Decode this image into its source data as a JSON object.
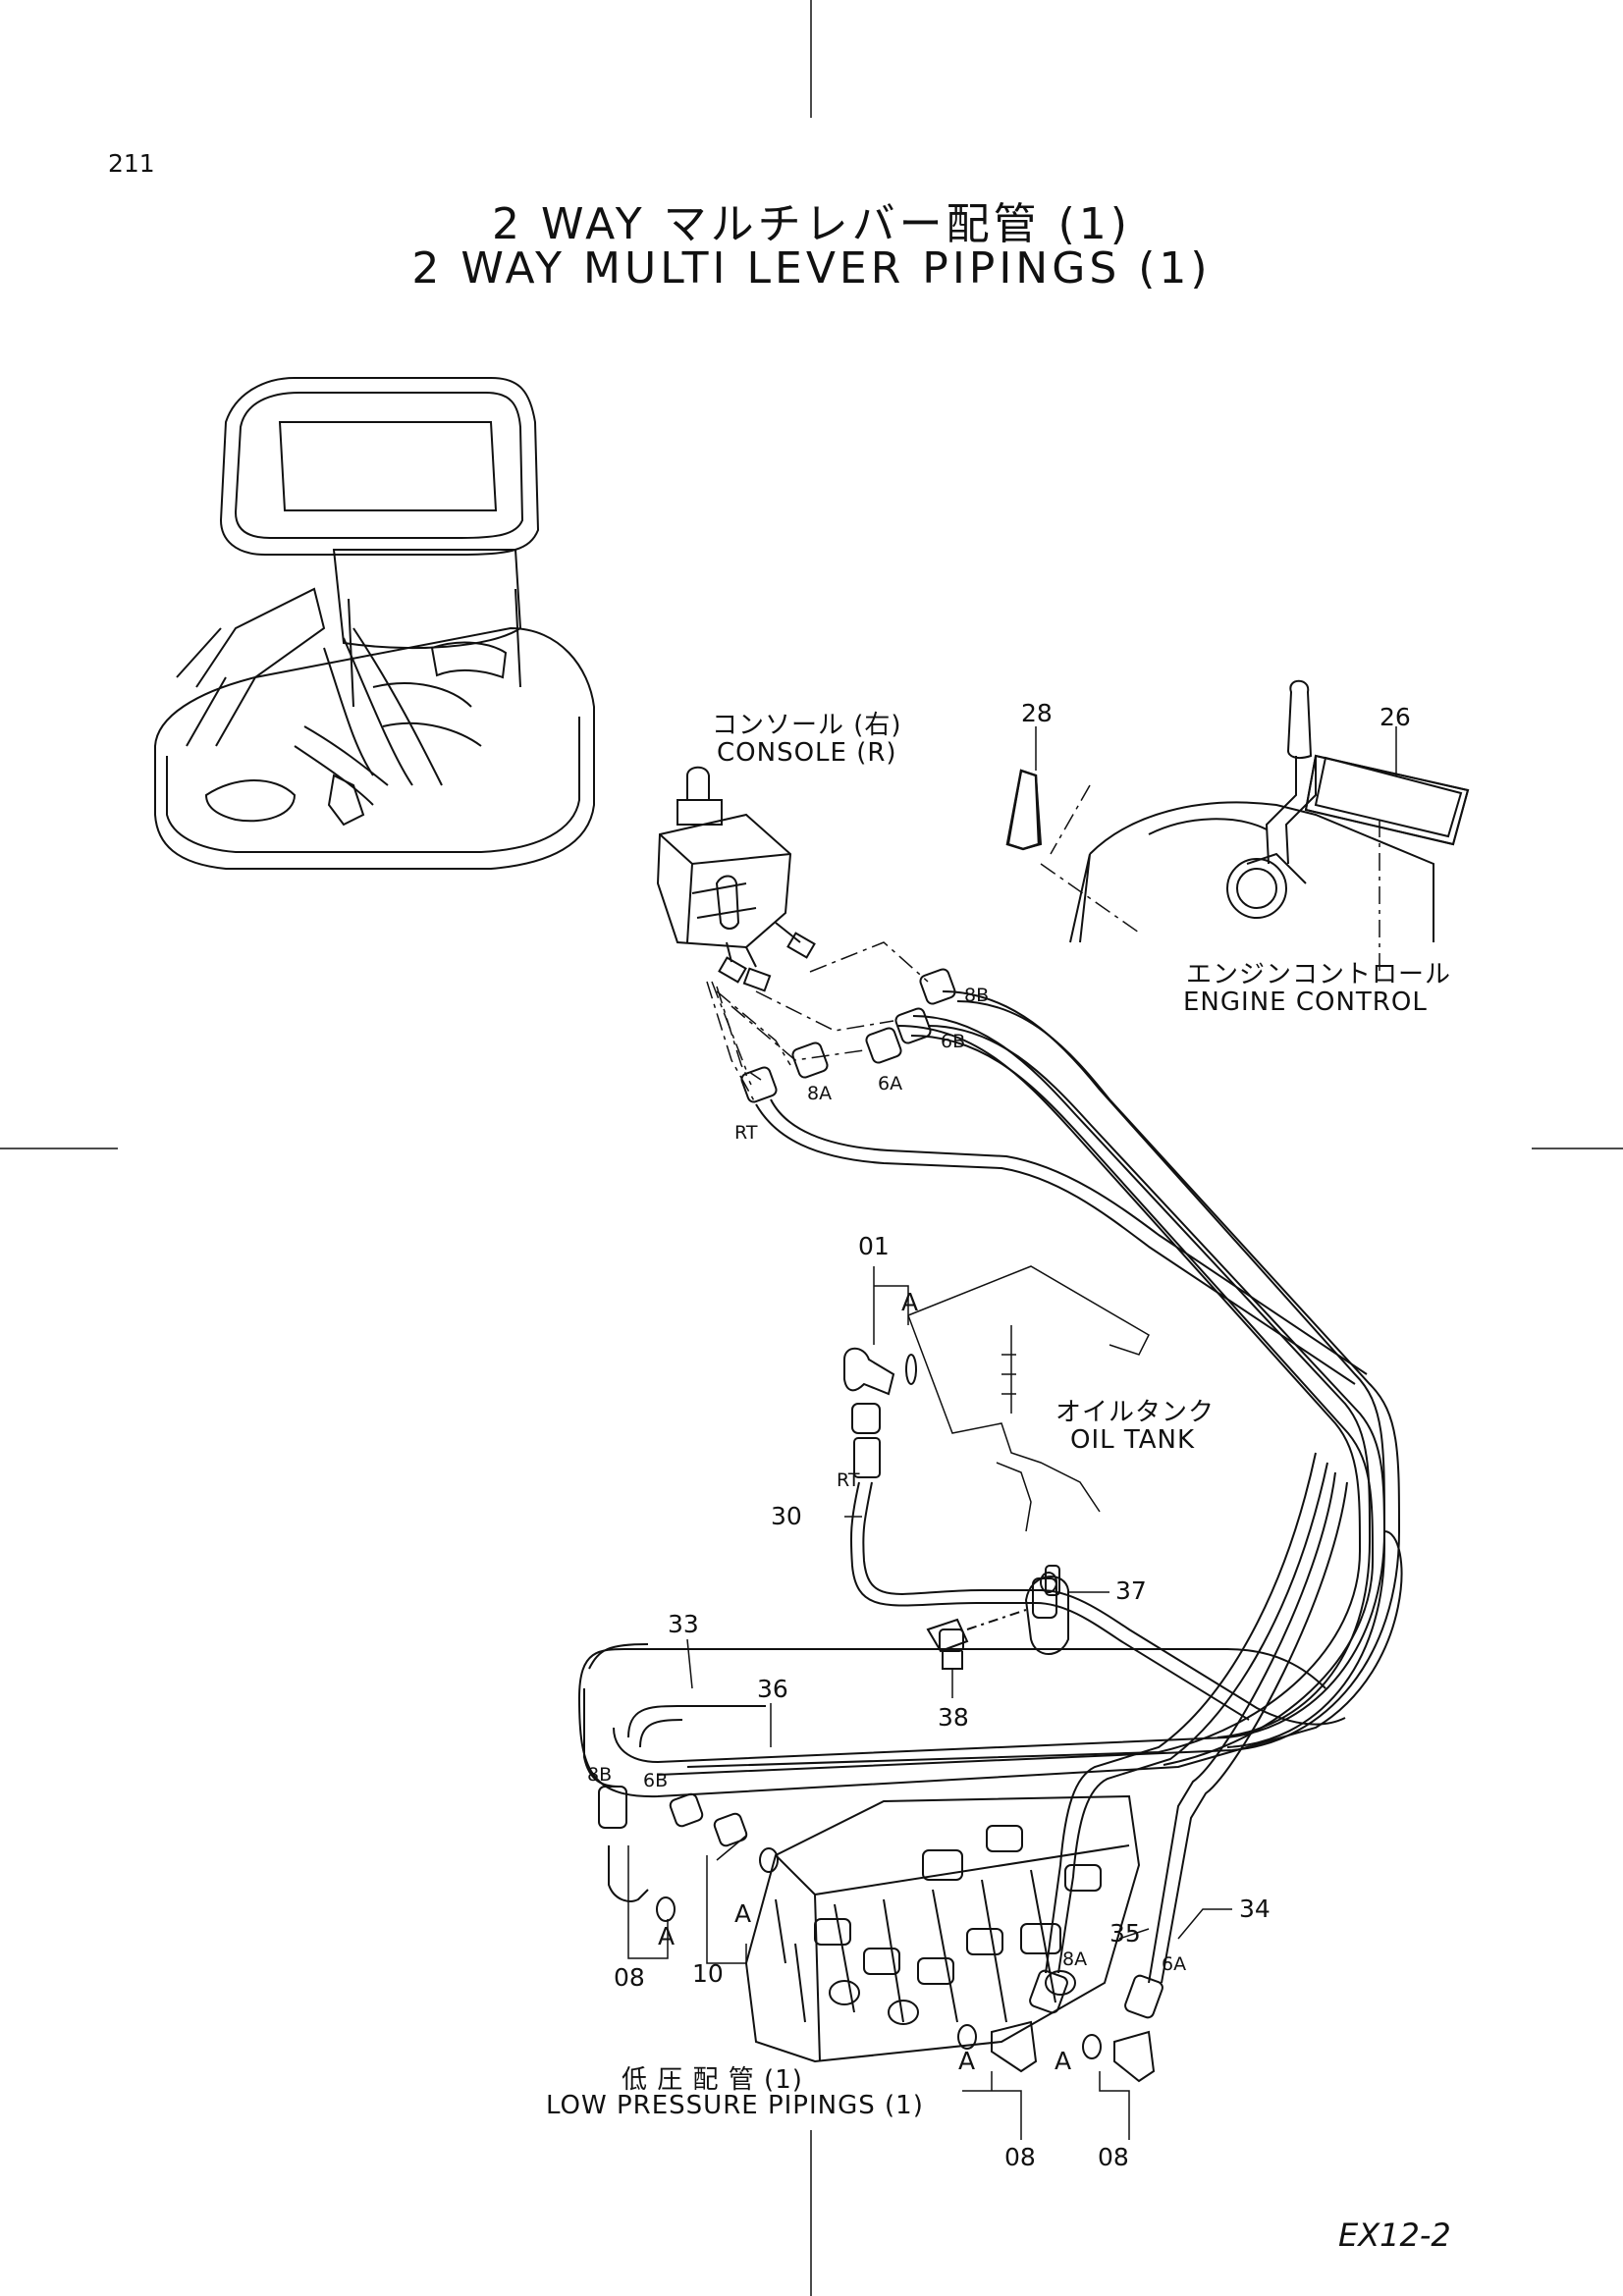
{
  "page_number": "211",
  "title_jp": "2 WAY マルチレバー配管 (1)",
  "title_en": "2 WAY MULTI LEVER PIPINGS (1)",
  "labels": {
    "console_jp": "コンソール (右)",
    "console_en": "CONSOLE (R)",
    "engine_jp": "エンジンコントロール",
    "engine_en": "ENGINE CONTROL",
    "oiltank_jp": "オイルタンク",
    "oiltank_en": "OIL TANK",
    "lowpress_jp": "低 圧 配 管 (1)",
    "lowpress_en": "LOW PRESSURE PIPINGS (1)"
  },
  "part_numbers": {
    "p28": "28",
    "p26": "26",
    "p01": "01",
    "p30": "30",
    "p37": "37",
    "p38": "38",
    "p33": "33",
    "p36": "36",
    "p34": "34",
    "p35": "35",
    "p08a": "08",
    "p10": "10",
    "p08b": "08",
    "p08c": "08"
  },
  "port_marks": {
    "rt1": "RT",
    "rt2": "RT",
    "b8a": "8B",
    "b6a": "6B",
    "a8a": "8A",
    "a6a": "6A",
    "b8b": "8B",
    "b6b": "6B",
    "a8b": "8A",
    "a6b": "6A",
    "A1": "A",
    "A2": "A",
    "A3": "A",
    "A4": "A",
    "A5": "A"
  },
  "drawing_code": "EX12-2"
}
